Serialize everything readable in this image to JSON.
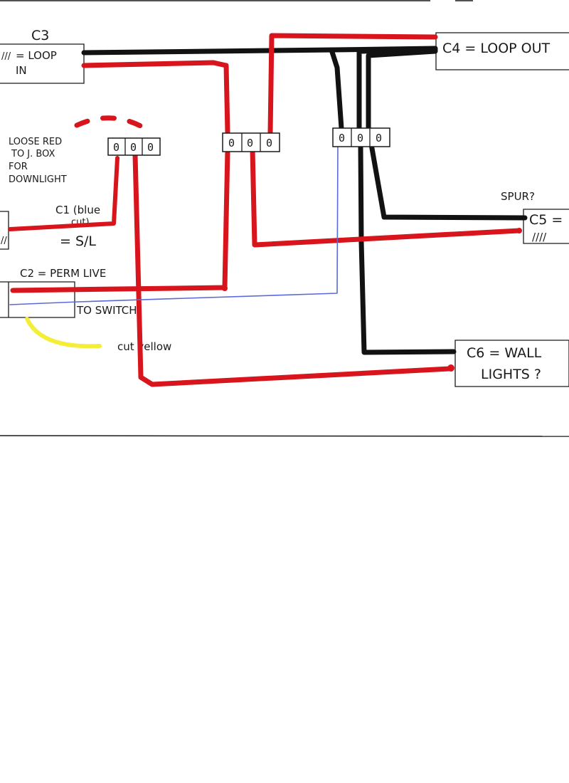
{
  "colors": {
    "live": "#d8141c",
    "neutral": "#121212",
    "switch_wire": "#5a6ad8",
    "earth_cut": "#f4ee38",
    "ink": "#1a1a1a",
    "paper": "#ffffff"
  },
  "cables": {
    "c3": {
      "label": "C3",
      "desc_line1": "= LOOP",
      "desc_line2": "IN",
      "mark": "///"
    },
    "c4": {
      "label": "C4 = LOOP OUT"
    },
    "c5": {
      "label": "C5 =",
      "note": "SPUR?",
      "mark": "////"
    },
    "c6": {
      "label_line1": "C6 = WALL",
      "label_line2": "LIGHTS ?"
    },
    "c1": {
      "label": "C1 (blue",
      "sub": "cut)",
      "desc": "= S/L"
    },
    "c2": {
      "label": "C2 = PERM LIVE",
      "switch": "TO SWITCH",
      "cut": "cut yellow"
    }
  },
  "notes": {
    "loose_red": [
      "LOOSE RED",
      "TO J. BOX",
      "FOR",
      "DOWNLIGHT"
    ]
  },
  "terminals": [
    {
      "id": "left",
      "slots": [
        "0",
        "0",
        "0"
      ]
    },
    {
      "id": "middle",
      "slots": [
        "0",
        "0",
        "0"
      ]
    },
    {
      "id": "right",
      "slots": [
        "0",
        "0",
        "0"
      ]
    }
  ]
}
